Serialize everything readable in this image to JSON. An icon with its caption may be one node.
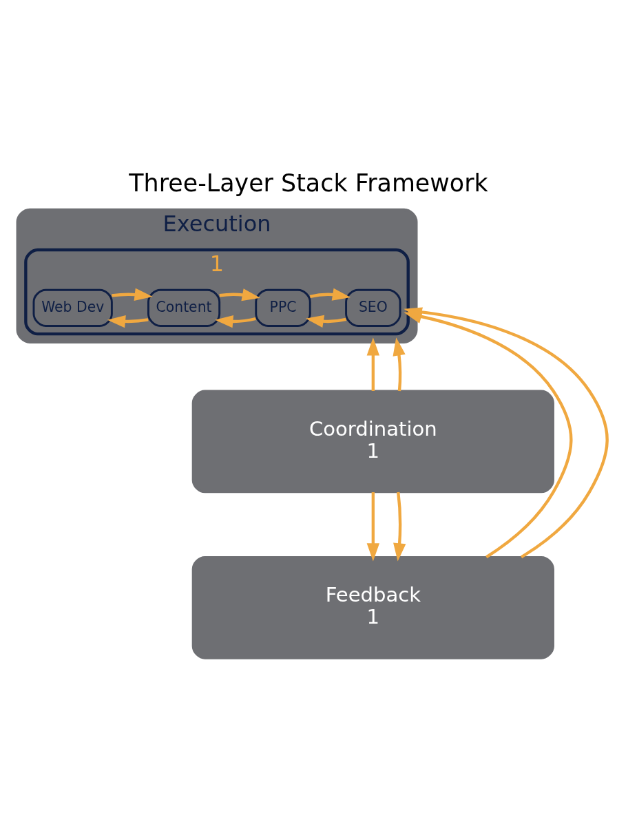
{
  "diagram": {
    "title": "Three-Layer Stack Framework",
    "nodes": [
      {
        "text": [
          "Execution"
        ]
      },
      {
        "text": [
          "1"
        ],
        "in": 0
      },
      {
        "text": [
          "SEO"
        ],
        "in": 1
      },
      {
        "text": [
          "PPC"
        ],
        "in": 1
      },
      {
        "text": [
          "Content"
        ],
        "in": 1
      },
      {
        "text": [
          "Web Dev"
        ],
        "in": 1
      },
      {
        "text": [
          "Coordination",
          "1"
        ]
      },
      {
        "text": [
          "Feedback",
          "1"
        ]
      }
    ],
    "edges": [
      {
        "from": 2,
        "to": 3,
        "arrow": "to"
      },
      {
        "from": 3,
        "to": 2,
        "arrow": "to"
      },
      {
        "from": 3,
        "to": 4,
        "arrow": "to"
      },
      {
        "from": 4,
        "to": 3,
        "arrow": "to"
      },
      {
        "from": 4,
        "to": 5,
        "arrow": "to"
      },
      {
        "from": 5,
        "to": 4,
        "arrow": "to"
      },
      {
        "from": 6,
        "to": 0,
        "arrow": "to"
      },
      {
        "from": 6,
        "to": 0,
        "arrow": "to"
      },
      {
        "from": 6,
        "to": 7,
        "arrow": "to"
      },
      {
        "from": 6,
        "to": 7,
        "arrow": "to"
      },
      {
        "from": 7,
        "to": 1,
        "arrow": "to"
      },
      {
        "from": 7,
        "to": 1,
        "arrow": "to"
      }
    ]
  }
}
